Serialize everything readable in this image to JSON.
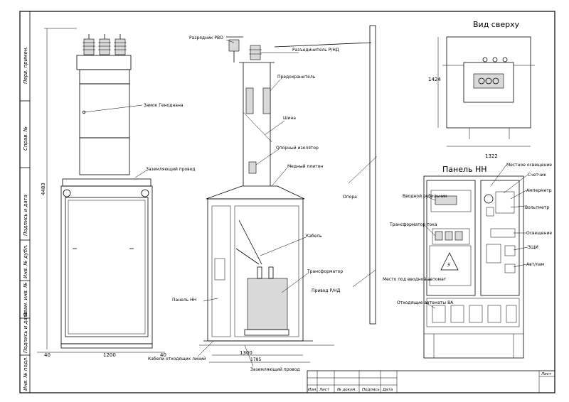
{
  "views": {
    "top_view_title": "Вид сверху",
    "panel_title": "Панель НН"
  },
  "callouts": {
    "rvo_arrester": "Разрядник РВО",
    "disconnector": "Разъединитель Р/НД",
    "fuse": "Предохранитель",
    "bus": "Шина",
    "support_insulator": "Опорный изолятор",
    "copper_strip": "Медный плитон",
    "cable": "Кабель",
    "transformer": "Трансформатор",
    "panel_nn": "Панель НН",
    "drive": "Привод Р/НД",
    "pole": "Опора",
    "lock": "Замок Геноднана",
    "ground_wire": "Заземляющий провод",
    "outgoing_cables": "Кабели отходящих линий",
    "ground_wire_bottom": "Заземляющий провод",
    "local_light": "Местное освещение",
    "counter": "Счетчик",
    "ammeter": "Амперметр",
    "voltmeter": "Вольтметр",
    "lighting": "Освещение",
    "zip": "ЗЩИ",
    "auto_lamp": "Авт/лам",
    "input_switch": "Вводной рубильник",
    "current_tr": "Трансформатор тока",
    "input_breaker_place": "Место под вводной автомат",
    "outgoing_breakers": "Отходящие автоматы ВА"
  },
  "dimensions": {
    "height": "4483",
    "w_left1": "40",
    "w_left2": "1200",
    "w_left3": "40",
    "w_mid1": "1300",
    "w_mid2": "1785",
    "top_h": "1424",
    "top_w": "1322"
  },
  "side_stamp": [
    "Перв. примен.",
    "Справ. №",
    "Подпись и дата",
    "Инв. № дубл.",
    "Взам. инв. №",
    "Подпись и дата",
    "Инв. № подл."
  ],
  "title_block": {
    "sheet_label": "Лист",
    "cols": [
      "Изм.",
      "Лист",
      "№ докум.",
      "Подпись",
      "Дата"
    ]
  }
}
